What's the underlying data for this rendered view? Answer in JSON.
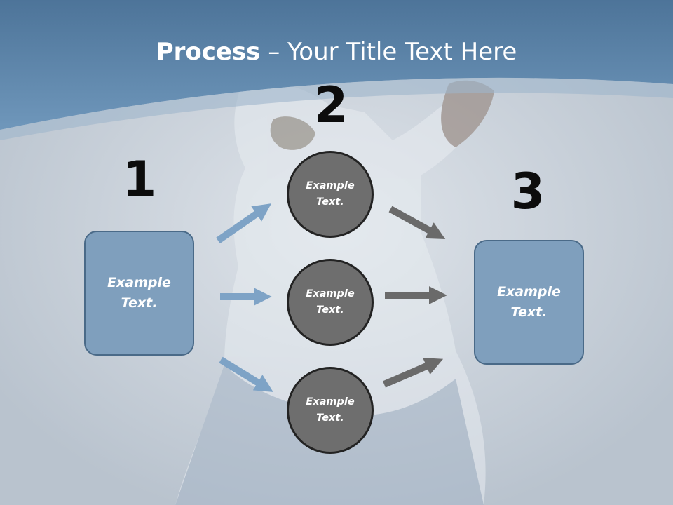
{
  "title": {
    "bold": "Process",
    "rest": " – Your Title Text Here"
  },
  "steps": [
    {
      "number": "1"
    },
    {
      "number": "2"
    },
    {
      "number": "3"
    }
  ],
  "left_box": {
    "text": "Example Text."
  },
  "right_box": {
    "text": "Example Text."
  },
  "circles": [
    {
      "text": "Example Text."
    },
    {
      "text": "Example Text."
    },
    {
      "text": "Example Text."
    }
  ],
  "colors": {
    "header": "#5f8bb0",
    "box_fill": "#7f9fbd",
    "box_border": "#4a6a88",
    "circle_fill": "#6e6e6e",
    "circle_border": "#232323",
    "arrow_in": "#7ea3c6",
    "arrow_out": "#6a6a6a"
  }
}
